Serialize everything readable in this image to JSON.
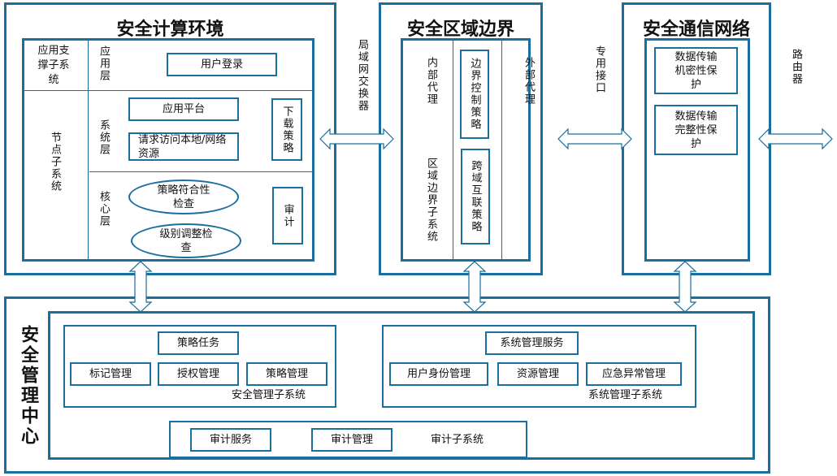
{
  "colors": {
    "border": "#1a6f9e",
    "arrow_fill": "#ffffff",
    "arrow_stroke": "#1a6f9e"
  },
  "compute_env": {
    "title": "安全计算环境",
    "app_support_subsystem": "应用支撑子系统",
    "app_layer": "应用层",
    "user_login": "用户登录",
    "node_subsystem": "节点子系统",
    "system_layer": "系统层",
    "app_platform": "应用平台",
    "request_access": "请求访问本地/网络资源",
    "download_policy": "下载策略",
    "core_layer": "核心层",
    "policy_compliance": "策略符合性检查",
    "level_adjust": "级别调整检查",
    "audit": "审计"
  },
  "lan_switch": "局域网交换器",
  "region_boundary": {
    "title": "安全区域边界",
    "internal_proxy": "内部代理",
    "region_subsystem": "区域边界子系统",
    "boundary_control": "边界控制策略",
    "cross_domain": "跨域互联策略",
    "external_proxy": "外部代理"
  },
  "dedicated_interface": "专用接口",
  "comm_network": {
    "title": "安全通信网络",
    "confidentiality": "数据传输机密性保护",
    "integrity": "数据传输完整性保护"
  },
  "router": "路由器",
  "mgmt_center": {
    "title": "安全管理中心",
    "security_mgmt": {
      "policy_task": "策略任务",
      "mark_mgmt": "标记管理",
      "auth_mgmt": "授权管理",
      "policy_mgmt": "策略管理",
      "label": "安全管理子系统"
    },
    "system_mgmt": {
      "service": "系统管理服务",
      "user_identity": "用户身份管理",
      "resource": "资源管理",
      "emergency": "应急异常管理",
      "label": "系统管理子系统"
    },
    "audit_sub": {
      "service": "审计服务",
      "mgmt": "审计管理",
      "label": "审计子系统"
    }
  }
}
